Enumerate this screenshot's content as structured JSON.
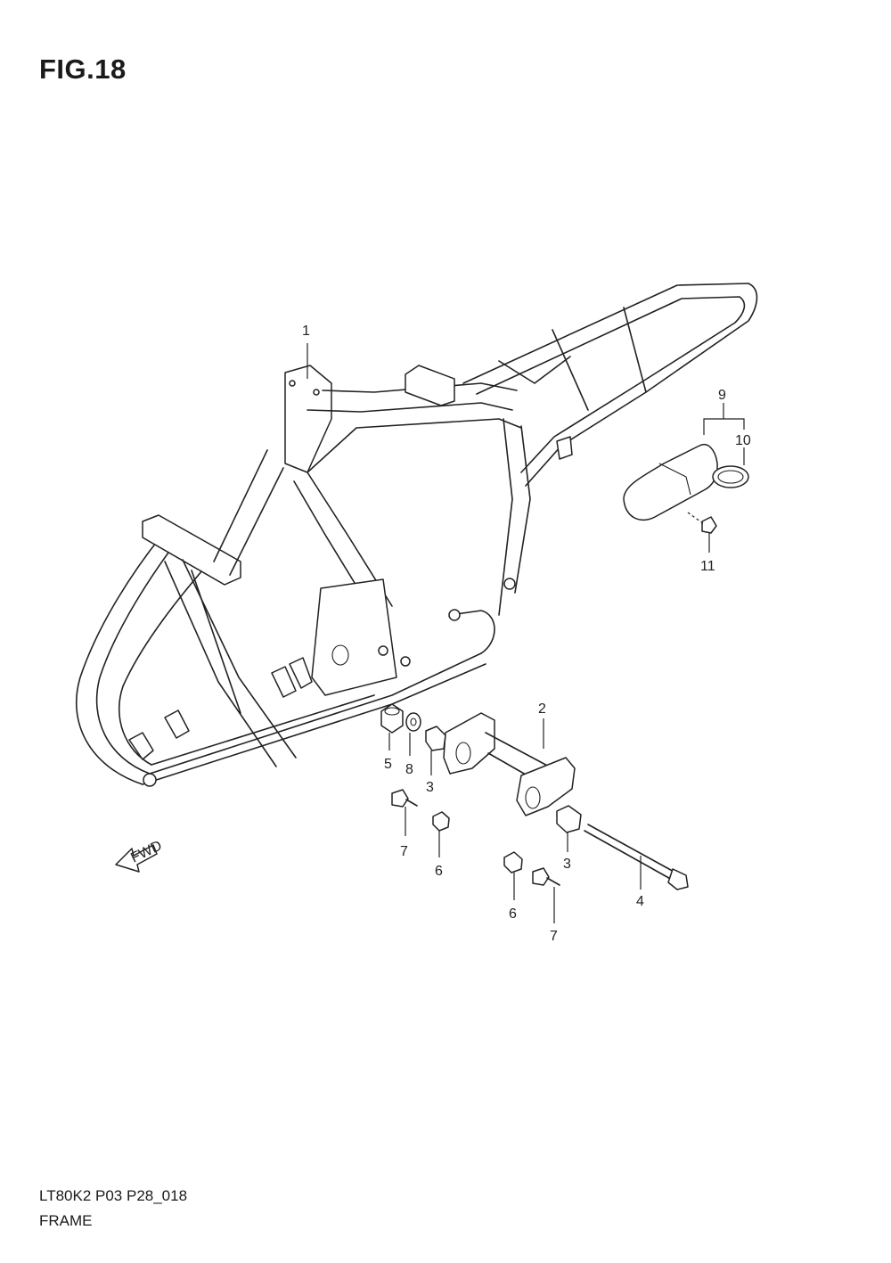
{
  "figure": {
    "title": "FIG.18"
  },
  "callouts": {
    "c1": "1",
    "c2": "2",
    "c3a": "3",
    "c3b": "3",
    "c4": "4",
    "c5": "5",
    "c6a": "6",
    "c6b": "6",
    "c7a": "7",
    "c7b": "7",
    "c8": "8",
    "c9": "9",
    "c10": "10",
    "c11": "11"
  },
  "fwd_label": "FWD",
  "footer": {
    "code": "LT80K2 P03 P28_018",
    "name": "FRAME"
  }
}
